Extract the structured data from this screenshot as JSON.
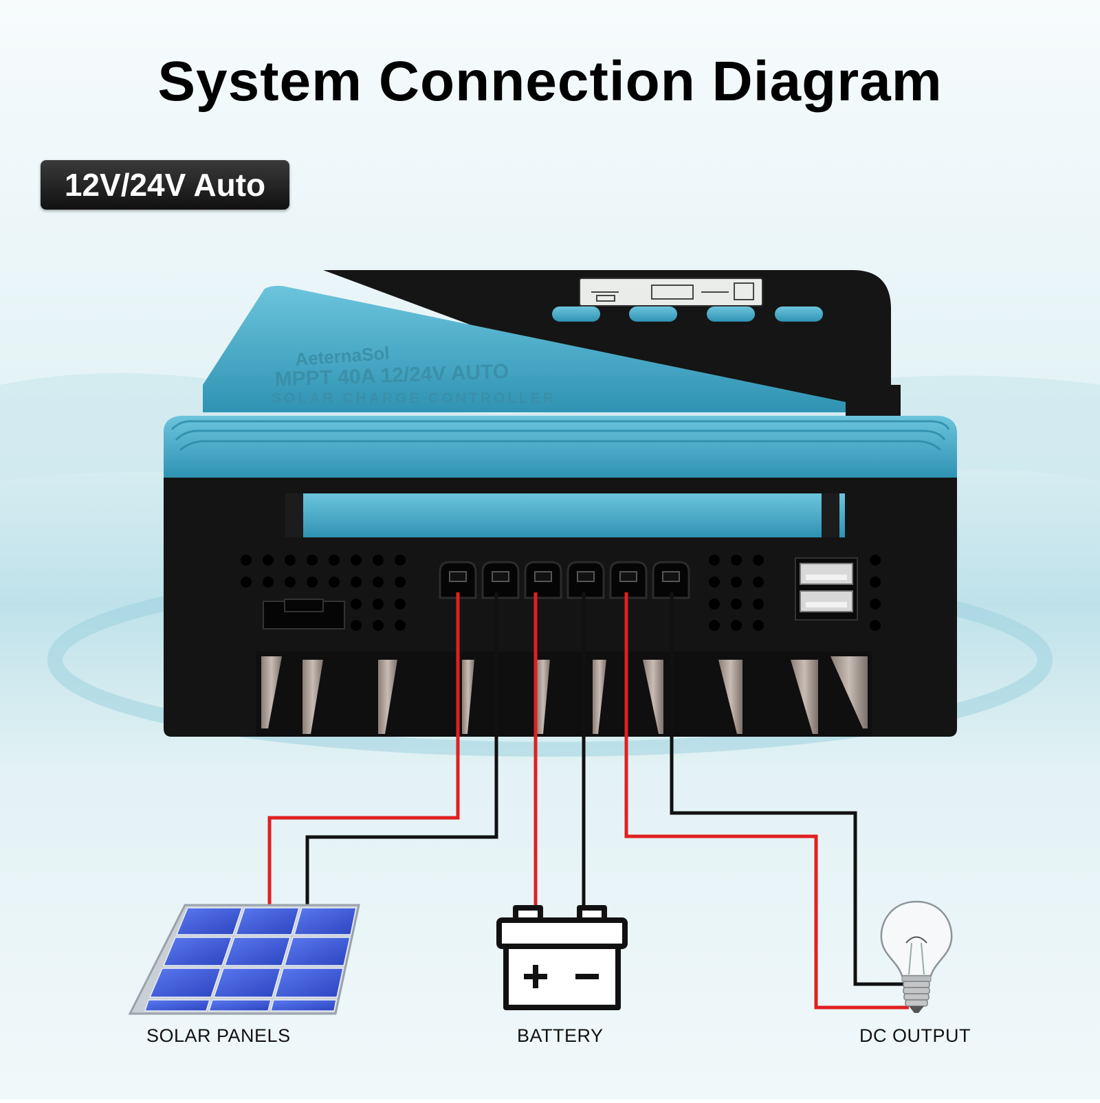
{
  "title": "System Connection Diagram",
  "badge": "12V/24V Auto",
  "controller": {
    "brand": "AeternaSol",
    "model_line": "MPPT   40A   12/24V AUTO",
    "product_line": "SOLAR CHARGE CONTROLLER"
  },
  "components": {
    "solar": "SOLAR PANELS",
    "battery": "BATTERY",
    "load": "DC OUTPUT"
  },
  "colors": {
    "wire_positive": "#e02020",
    "wire_negative": "#111111",
    "controller_accent": "#43a8c6",
    "controller_body": "#111111",
    "panel_cell": "#3a56d8"
  }
}
